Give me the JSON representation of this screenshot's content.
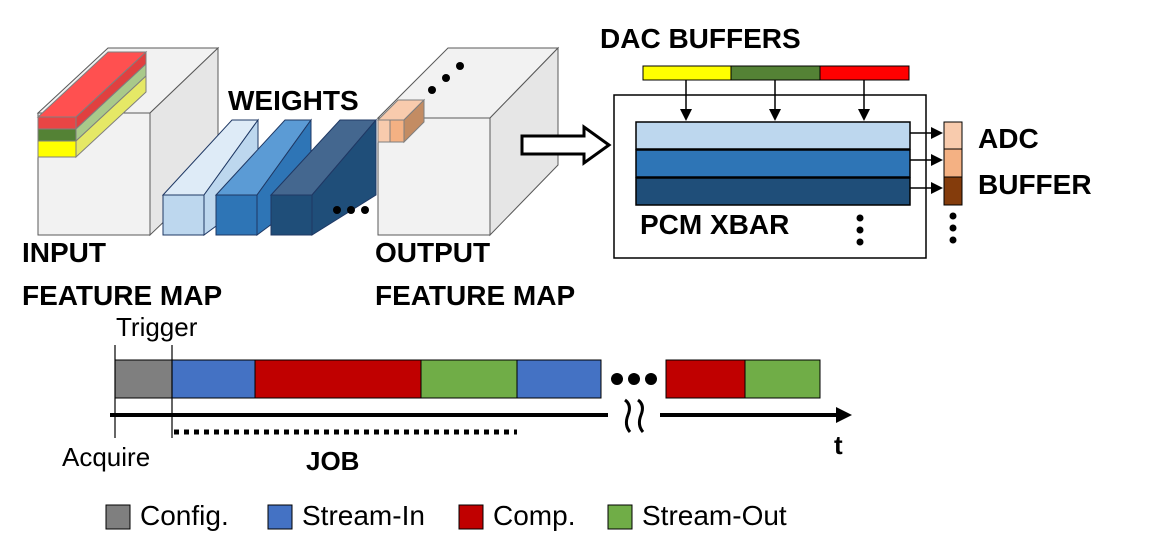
{
  "labels": {
    "input_feature_map_line1": "INPUT",
    "input_feature_map_line2": "FEATURE MAP",
    "weights": "WEIGHTS",
    "output_feature_map_line1": "OUTPUT",
    "output_feature_map_line2": "FEATURE MAP",
    "dac_buffers": "DAC BUFFERS",
    "pcm_xbar": "PCM XBAR",
    "adc_line1": "ADC",
    "adc_line2": "BUFFER",
    "trigger": "Trigger",
    "acquire": "Acquire",
    "job": "JOB",
    "time_axis": "t"
  },
  "legend": [
    {
      "name": "Config.",
      "color": "#7f7f7f"
    },
    {
      "name": "Stream-In",
      "color": "#4472c4"
    },
    {
      "name": "Comp.",
      "color": "#c00000"
    },
    {
      "name": "Stream-Out",
      "color": "#70ad47"
    }
  ],
  "colors": {
    "dac_yellow": "#ffff00",
    "dac_green": "#548235",
    "dac_red": "#ff0000",
    "xbar_row1": "#bdd7ee",
    "xbar_row2": "#2e75b6",
    "xbar_row3": "#1f4e79",
    "adc_light": "#f8cbad",
    "adc_mid": "#f4b183",
    "adc_dark": "#843c0c",
    "weight_light": "#bdd7ee",
    "weight_mid": "#2e75b6",
    "weight_dark": "#1f4e79",
    "cube_face": "#f2f2f2"
  }
}
